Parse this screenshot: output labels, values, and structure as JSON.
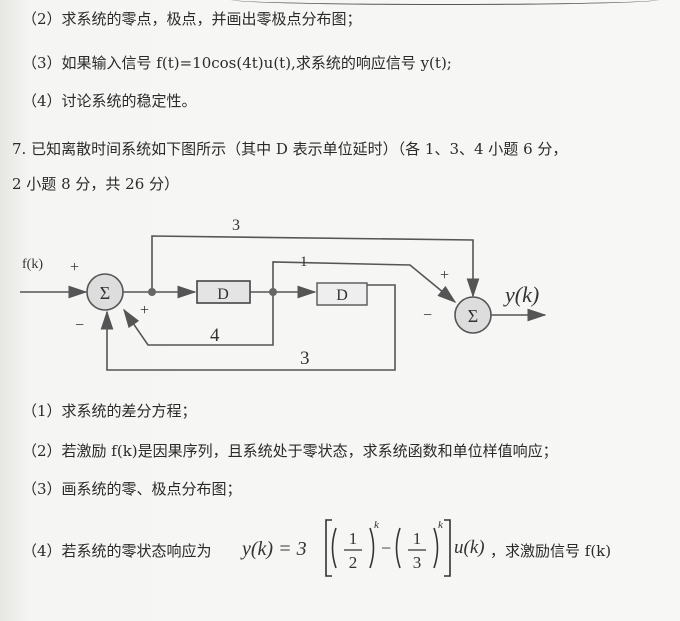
{
  "lines": {
    "q6_2": "（2）求系统的零点，极点，并画出零极点分布图；",
    "q6_3": "（3）如果输入信号 f(t)=10cos(4t)u(t),求系统的响应信号 y(t);",
    "q6_4": "（4）讨论系统的稳定性。",
    "q7_a": "7. 已知离散时间系统如下图所示（其中 D 表示单位延时）（各 1、3、4 小题 6 分，",
    "q7_b": "2 小题 8 分，共 26 分）",
    "q7_1": "（1）求系统的差分方程；",
    "q7_2": "（2）若激励 f(k)是因果序列，且系统处于零状态，求系统函数和单位样值响应；",
    "q7_3": "（3）画系统的零、极点分布图；",
    "q7_4_prefix": "（4）若系统的零状态响应为",
    "q7_4_suffix": "，求激励信号 f(k)"
  },
  "formula": {
    "lhs": "y(k) = 3",
    "n1": "1",
    "d1": "2",
    "n2": "1",
    "d2": "3",
    "exp": "k",
    "minus": "−",
    "tail": "u(k)"
  },
  "diagram": {
    "input": "f(k)",
    "output": "y(k)",
    "delay": "D",
    "sum": "Σ",
    "gain_top": "3",
    "gain_mid": "1",
    "gain_fb1": "4",
    "gain_fb2": "3",
    "plus": "+",
    "minus": "−"
  }
}
